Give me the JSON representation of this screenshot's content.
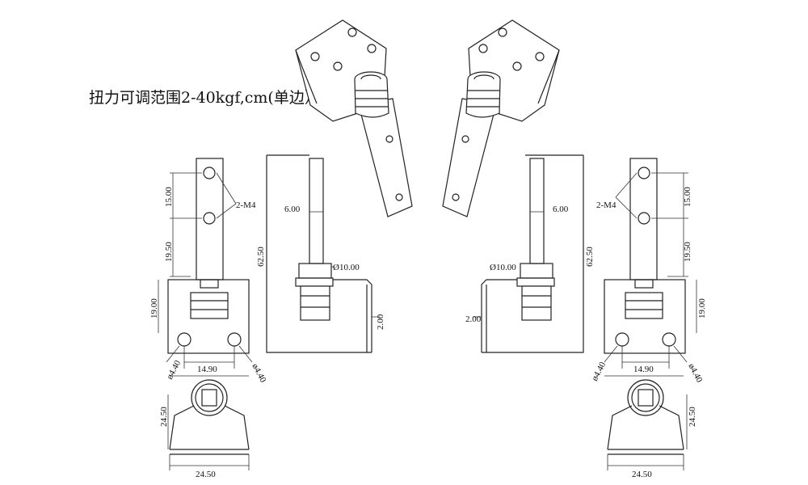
{
  "title": "扭力可调范围2-40kgf,cm(单边）",
  "left": {
    "thread_note": "2-M4",
    "hole_pitch": "15.00",
    "shaft_offset": "19.50",
    "shaft_length": "62.50",
    "shaft_width": "6.00",
    "collar_diameter": "Ø10.00",
    "bracket_height": "19.00",
    "plate_thickness": "2.00",
    "hole_diameter_left": "ø4.40",
    "hole_diameter_right": "ø4.40",
    "hole_spacing": "14.90",
    "base_height": "24.50",
    "base_width": "24.50"
  },
  "right": {
    "thread_note": "2-M4",
    "hole_pitch": "15.00",
    "shaft_offset": "19.50",
    "shaft_length": "62.50",
    "shaft_width": "6.00",
    "collar_diameter": "Ø10.00",
    "bracket_height": "19.00",
    "plate_thickness": "2.00",
    "hole_diameter_left": "ø4.40",
    "hole_diameter_right": "ø4.40",
    "hole_spacing": "14.90",
    "base_height": "24.50",
    "base_width": "24.50"
  }
}
